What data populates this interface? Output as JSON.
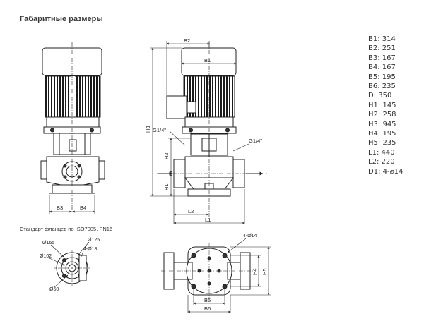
{
  "title": "Габаритные размеры",
  "flange_note": "Стандарт фланцев по ISO7005, PN16",
  "dimensions": [
    {
      "key": "B1",
      "value": "314"
    },
    {
      "key": "B2",
      "value": "251"
    },
    {
      "key": "B3",
      "value": "167"
    },
    {
      "key": "B4",
      "value": "167"
    },
    {
      "key": "B5",
      "value": "195"
    },
    {
      "key": "B6",
      "value": "235"
    },
    {
      "key": "D",
      "value": "350"
    },
    {
      "key": "H1",
      "value": "145"
    },
    {
      "key": "H2",
      "value": "258"
    },
    {
      "key": "H3",
      "value": "945"
    },
    {
      "key": "H4",
      "value": "195"
    },
    {
      "key": "H5",
      "value": "235"
    },
    {
      "key": "L1",
      "value": "440"
    },
    {
      "key": "L2",
      "value": "220"
    },
    {
      "key": "D1",
      "value": "4-⌀14"
    }
  ],
  "labels": {
    "front": {
      "b3": "B3",
      "b4": "B4"
    },
    "side": {
      "b2": "B2",
      "b1": "B1",
      "h3": "H3",
      "h2": "H2",
      "h1": "H1",
      "l1": "L1",
      "l2": "L2",
      "port_left": "G1/4\"",
      "port_right": "G1/4\""
    },
    "flange": {
      "d165": "Ø165",
      "d125": "Ø125",
      "holes": "4-Ø18",
      "d102": "Ø102",
      "d50": "Ø50"
    },
    "top": {
      "holes": "4-Ø14",
      "h4": "H4",
      "h5": "H5",
      "b5": "B5",
      "b6": "B6"
    }
  }
}
